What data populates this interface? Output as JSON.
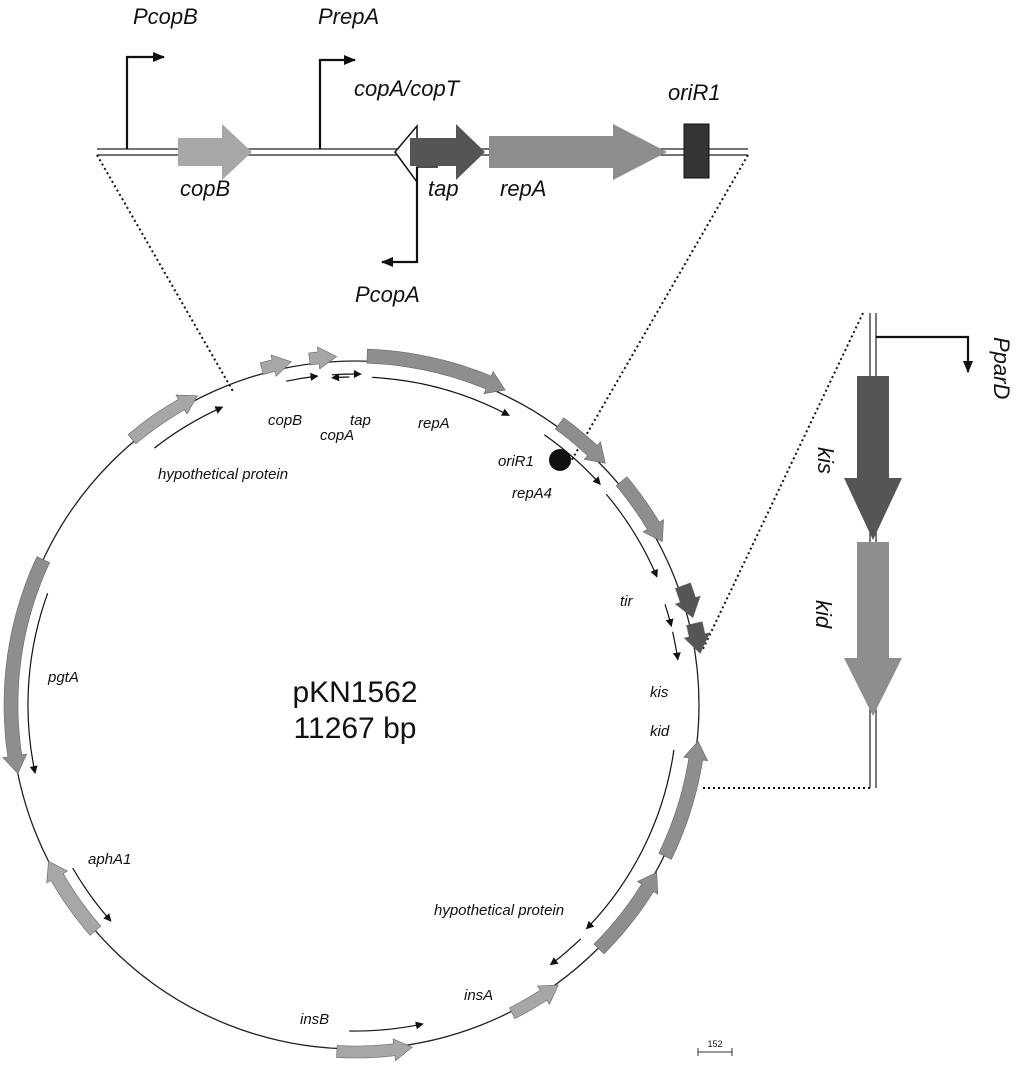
{
  "plasmid": {
    "name": "pKN1562",
    "size": "11267 bp"
  },
  "scale_label": "152",
  "colors": {
    "light_gray": "#a7a7a7",
    "mid_gray": "#8e8e8e",
    "dark_gray": "#555555",
    "near_black": "#333333",
    "line": "#222222"
  },
  "top_inset": {
    "promoters": [
      "PcopB",
      "PrepA",
      "PcopA"
    ],
    "genes": [
      "copB",
      "copA/copT",
      "tap",
      "repA",
      "oriR1"
    ]
  },
  "right_inset": {
    "promoter": "PparD",
    "genes": [
      "kis",
      "kid"
    ]
  },
  "circle_labels": {
    "copB": "copB",
    "tap": "tap",
    "copA": "copA",
    "repA": "repA",
    "oriR1": "oriR1",
    "repA4": "repA4",
    "tir": "tir",
    "kis": "kis",
    "kid": "kid",
    "hypothetical_top": "hypothetical protein",
    "hypothetical_bottom": "hypothetical protein",
    "pgtA": "pgtA",
    "aphA1": "aphA1",
    "insA": "insA",
    "insB": "insB"
  }
}
